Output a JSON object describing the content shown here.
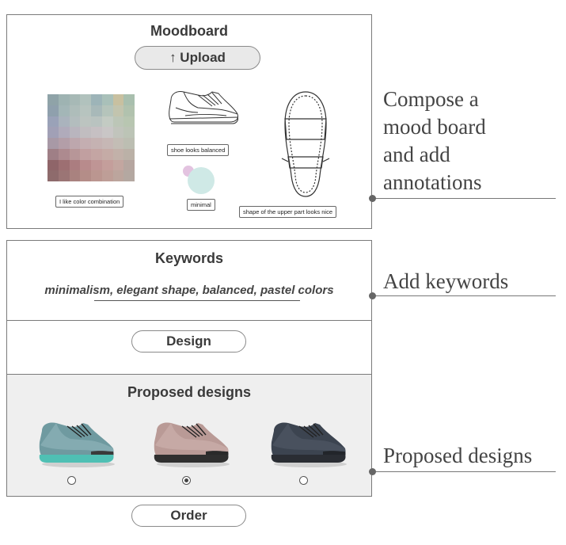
{
  "moodboard": {
    "title": "Moodboard",
    "upload_label": "↑ Upload",
    "tags": {
      "color": "I like color combination",
      "shoe": "shoe looks balanced",
      "minimal": "minimal",
      "upper": "shape of the upper part looks nice"
    },
    "mosaic_colors": [
      "#8fa3a8",
      "#9eb3b2",
      "#a7b9b6",
      "#b1c2bd",
      "#9db4b8",
      "#a9c0b9",
      "#c8c0a0",
      "#a9bfae",
      "#8fa0ad",
      "#a3b6b7",
      "#aebdba",
      "#b7c4bf",
      "#a8b9b9",
      "#b5c4bb",
      "#c2c4ae",
      "#b1c2ae",
      "#9aa2b8",
      "#aab3bd",
      "#b3bdbe",
      "#bcc4c0",
      "#b9c3c0",
      "#c3cbc3",
      "#bcc6b7",
      "#b8c6b1",
      "#a1a0b6",
      "#b0abbb",
      "#b9b5be",
      "#c1bdc0",
      "#c6c0c3",
      "#c9c6c6",
      "#c1c4bc",
      "#bcc4b6",
      "#a899a6",
      "#b39ea8",
      "#bda7ad",
      "#c4aeb1",
      "#c5b2b2",
      "#c6b7b5",
      "#c3bdb5",
      "#bcbeb2",
      "#9f7f86",
      "#ad8a8f",
      "#b79698",
      "#c19fa0",
      "#c4a5a3",
      "#c5aba6",
      "#c2b1a9",
      "#bbb1a7",
      "#8f6569",
      "#9d6f72",
      "#ab7d80",
      "#b88b8c",
      "#bf9595",
      "#c49e9b",
      "#c3a6a0",
      "#b6a6a0",
      "#8e6b6c",
      "#9b7575",
      "#a9827f",
      "#b48d88",
      "#bb9690",
      "#be9e97",
      "#bca59d",
      "#b4a8a1"
    ]
  },
  "keywords": {
    "title": "Keywords",
    "text": "minimalism, elegant shape, balanced, pastel colors"
  },
  "design_button": "Design",
  "proposed": {
    "title": "Proposed designs",
    "designs": [
      {
        "upper": "#6f9aa0",
        "mesh": "#86adb2",
        "sole": "#4fc0b4",
        "toe": "#3a3a3a",
        "selected": false
      },
      {
        "upper": "#b99a96",
        "mesh": "#c8aba6",
        "sole": "#2f2f2f",
        "toe": "#2a2a2a",
        "selected": true
      },
      {
        "upper": "#3c4450",
        "mesh": "#4a535f",
        "sole": "#2a2d33",
        "toe": "#22252a",
        "selected": false
      }
    ]
  },
  "order_button": "Order",
  "annotations": {
    "compose": [
      "Compose a",
      "mood board",
      "and add",
      "annotations"
    ],
    "keywords": "Add keywords",
    "proposed": "Proposed designs"
  }
}
